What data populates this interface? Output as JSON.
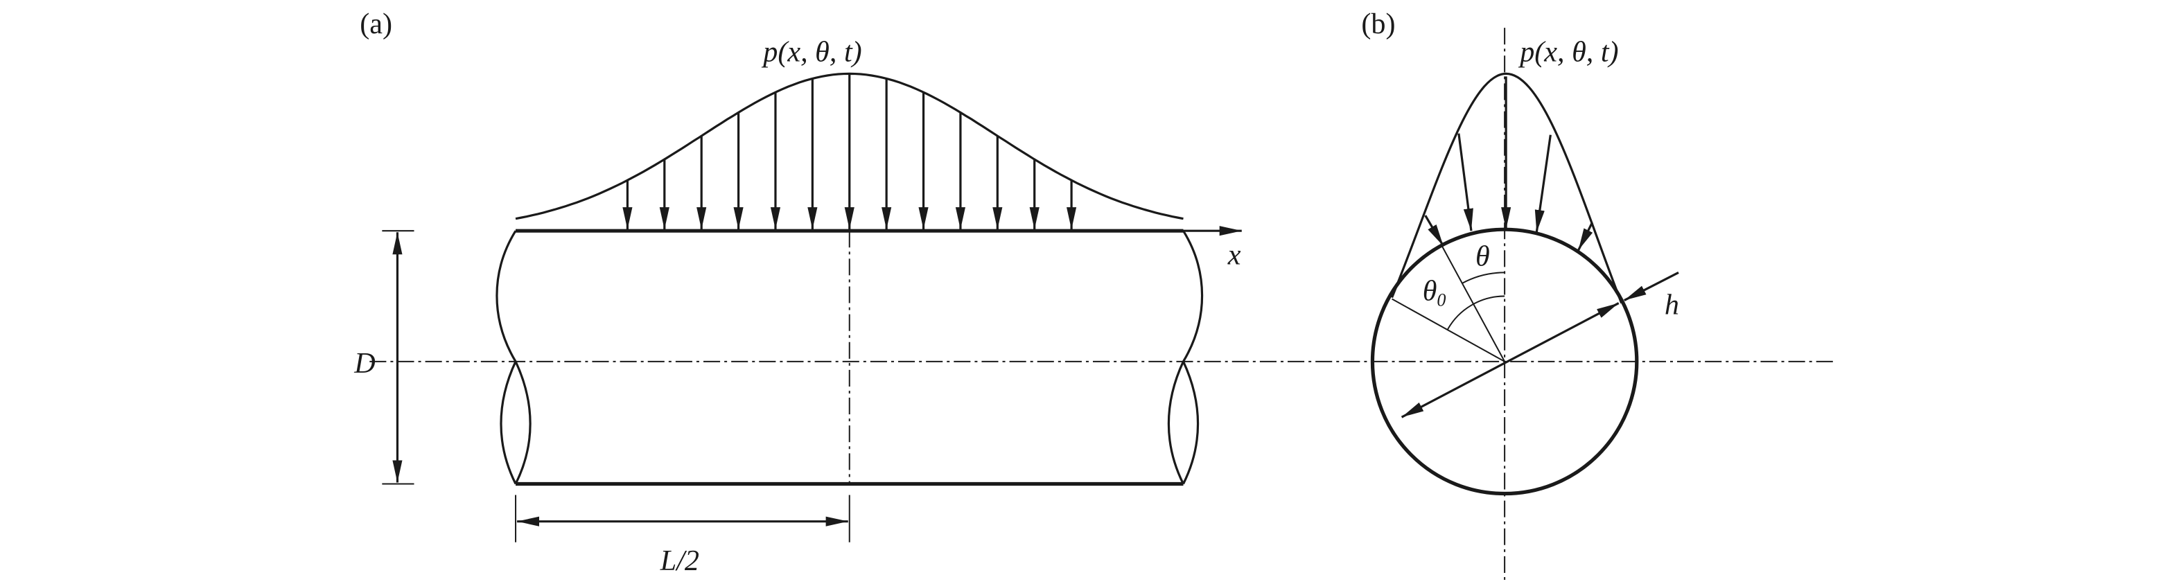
{
  "panel_a": {
    "label": "(a)",
    "load_label": "p(x, θ, t)",
    "axis_label": "x",
    "diameter_label": "D",
    "half_length_label": "L/2"
  },
  "panel_b": {
    "label": "(b)",
    "load_label": "p(x, θ, t)",
    "angle_label": "θ",
    "angle0_symbol": "θ",
    "angle0_subscript": "0",
    "thickness_label": "h"
  },
  "colors": {
    "ink": "#1a1a1a",
    "background": "#ffffff"
  }
}
